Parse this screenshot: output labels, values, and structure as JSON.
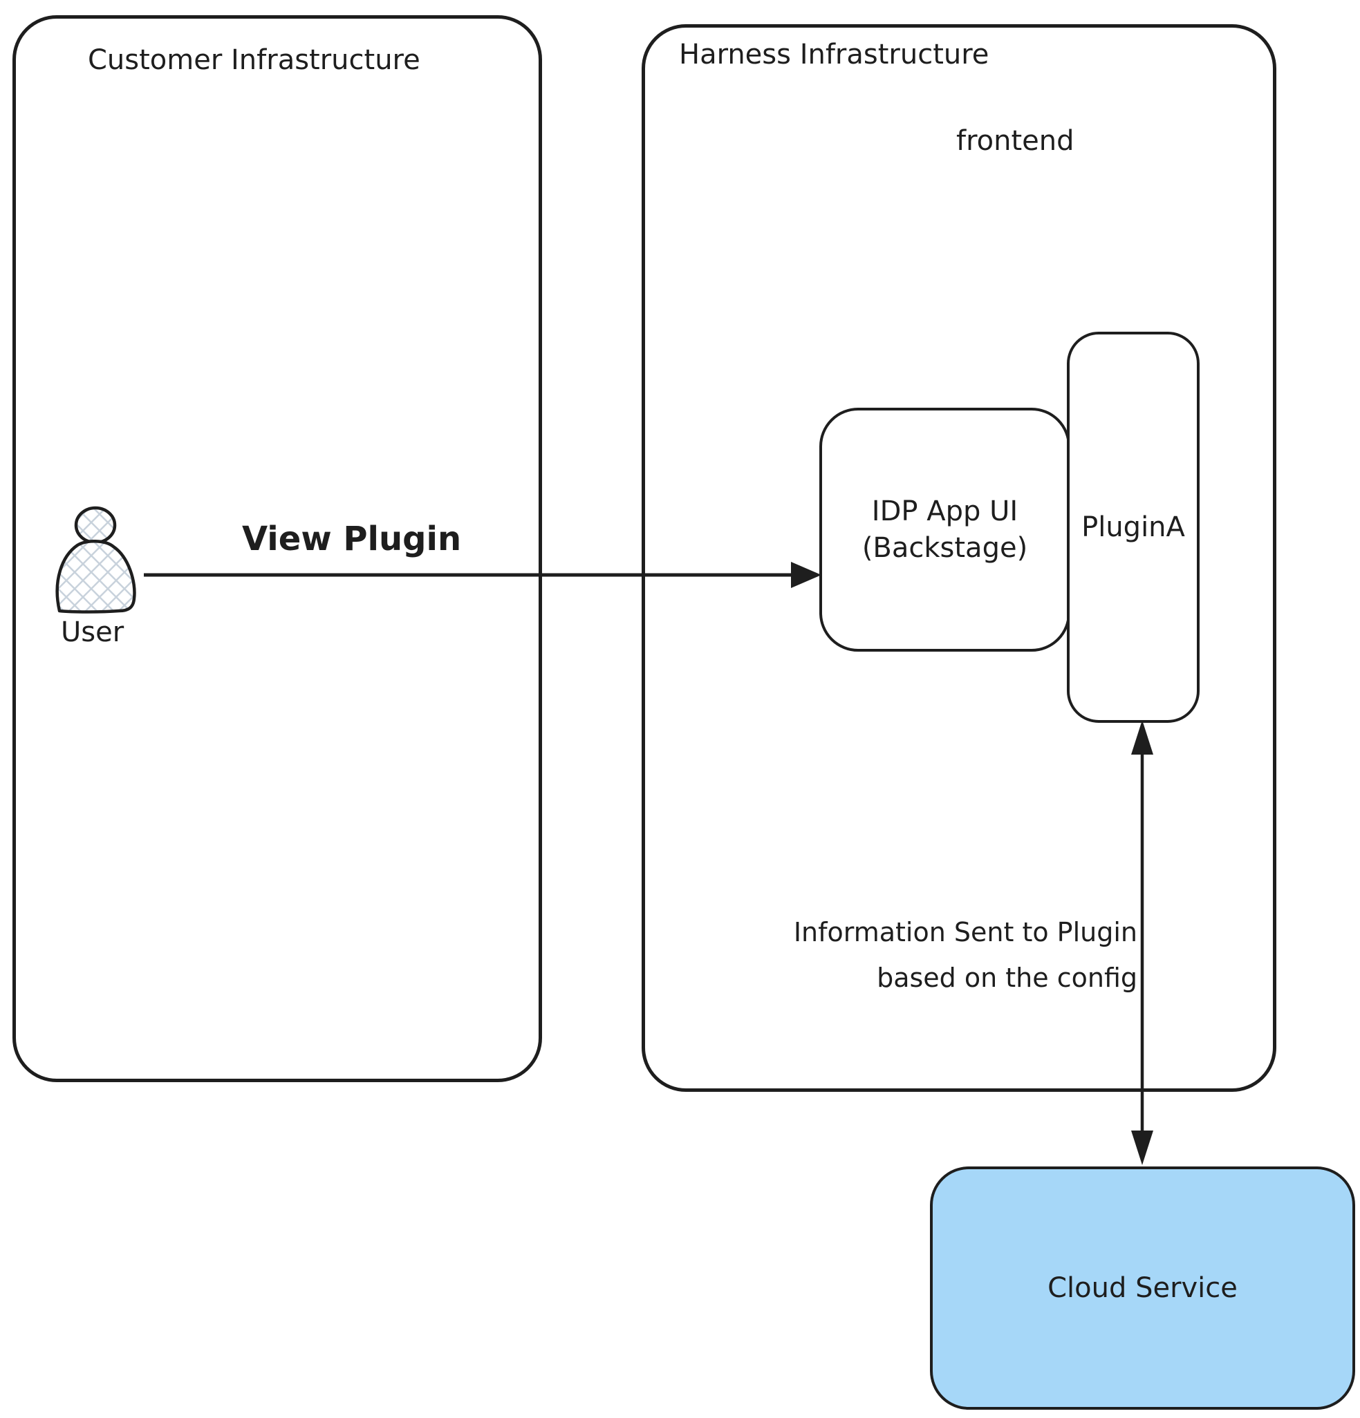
{
  "customer_box": {
    "label": "Customer Infrastructure"
  },
  "harness_box": {
    "label": "Harness Infrastructure",
    "frontend_label": "frontend"
  },
  "user": {
    "label": "User"
  },
  "idp_box": {
    "label_line1": "IDP App UI",
    "label_line2": "(Backstage)"
  },
  "plugin_box": {
    "label": "PluginA"
  },
  "cloud_box": {
    "label": "Cloud Service"
  },
  "arrows": {
    "view_plugin": {
      "label": "View Plugin"
    },
    "plugin_to_cloud": {
      "label_line1": "Information Sent to Plugin",
      "label_line2": "based on the config"
    }
  },
  "colors": {
    "stroke": "#1e1e1e",
    "cloud_fill": "#a6d7f8",
    "hatch": "#c8d2dc",
    "background": "#ffffff"
  }
}
